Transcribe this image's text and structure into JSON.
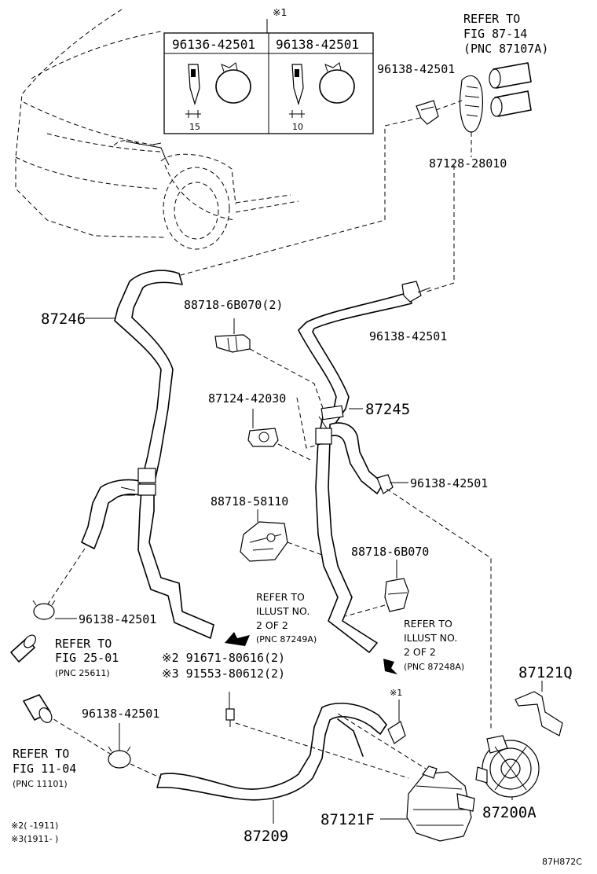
{
  "table": {
    "marker": "※1",
    "headers": [
      "96136-42501",
      "96138-42501"
    ],
    "dimensions": [
      "15",
      "10"
    ]
  },
  "labels": {
    "refer_87_14": [
      "REFER TO",
      "FIG 87-14",
      "(PNC 87107A)"
    ],
    "clip_top": "96138-42501",
    "grommet": "87128-28010",
    "hose_87246": "87246",
    "clamp_6b070_2": "88718-6B070(2)",
    "clamp_right_mid": "96138-42501",
    "valve_42030": "87124-42030",
    "hose_87245": "87245",
    "clamp_far_right": "96138-42501",
    "bracket_58110": "88718-58110",
    "clamp_6b070": "88718-6B070",
    "refer_87249a": [
      "REFER TO",
      "ILLUST NO.",
      "2 OF 2",
      "(PNC 87249A)"
    ],
    "refer_87248a": [
      "REFER TO",
      "ILLUST NO.",
      "2 OF 2",
      "(PNC 87248A)"
    ],
    "clamp_left_mid": "96138-42501",
    "refer_25_01": [
      "REFER TO",
      "FIG 25-01",
      "(PNC 25611)"
    ],
    "bolt_line1": "※2 91671-80616(2)",
    "bolt_line2": "※3 91553-80612(2)",
    "bracket_87121q": "87121Q",
    "marker_x1": "※1",
    "clamp_left_low": "96138-42501",
    "refer_11_04": [
      "REFER TO",
      "FIG 11-04",
      "(PNC 11101)"
    ],
    "hose_87209": "87209",
    "pump_87121f": "87121F",
    "pump_87200a": "87200A",
    "note_2": "※2(        -1911)",
    "note_3": "※3(1911-        )",
    "figure_id": "87H872C"
  }
}
